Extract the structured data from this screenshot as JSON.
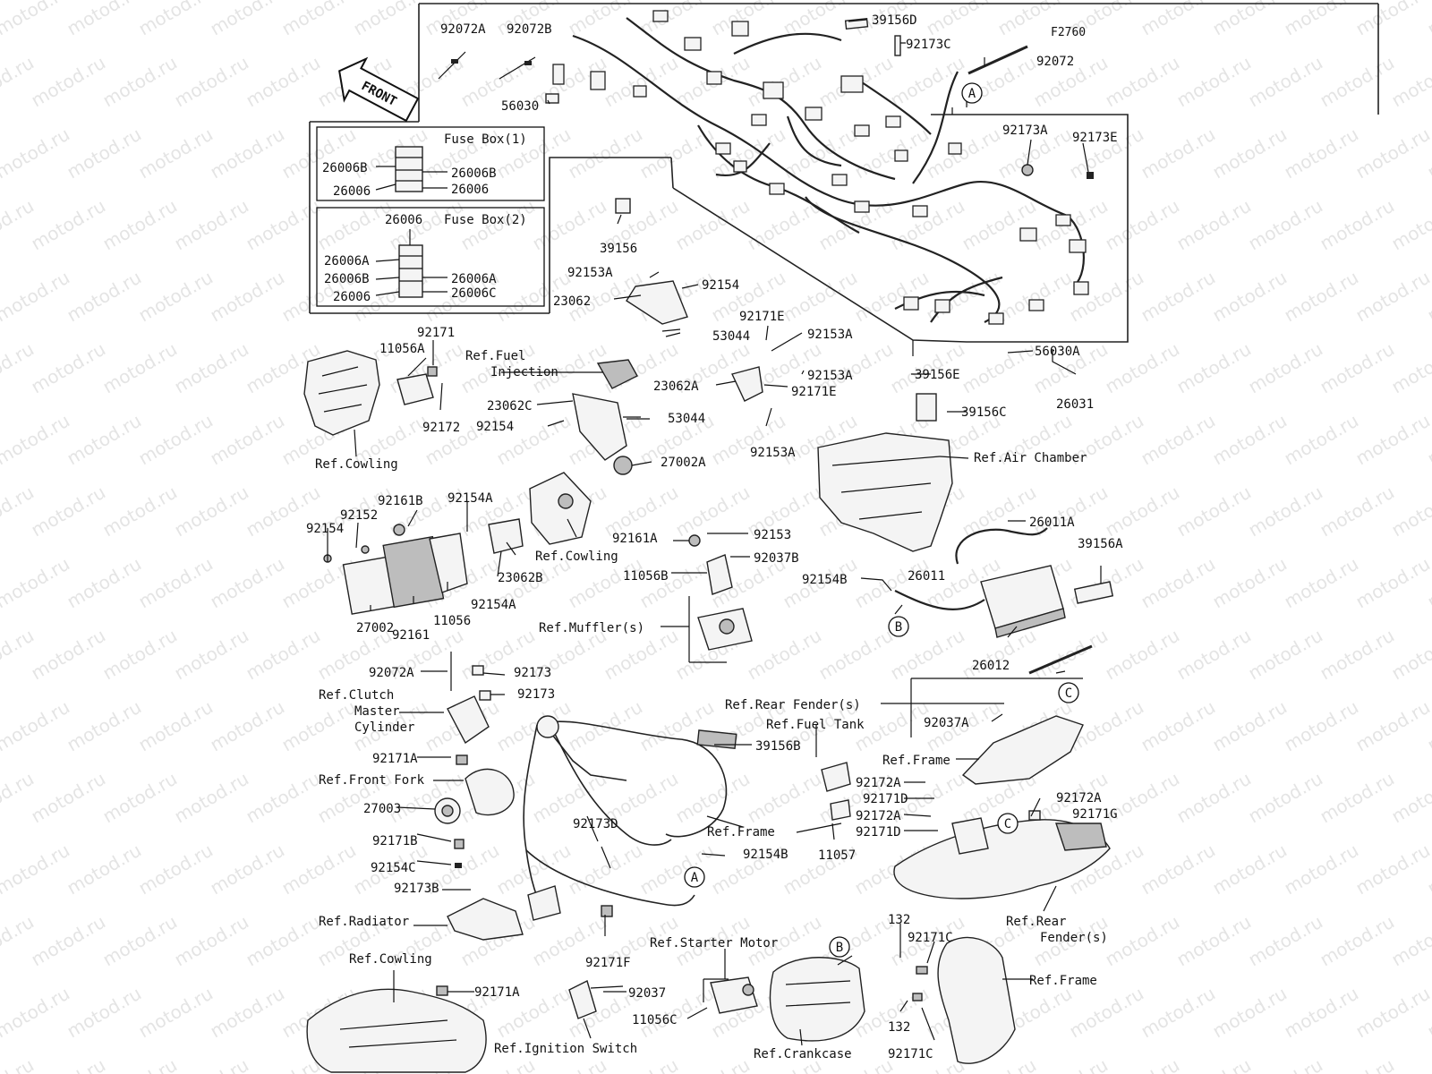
{
  "figure_code": "F2760",
  "front_label": "FRONT",
  "watermark": "motod.ru",
  "fuse_box_1": {
    "title": "Fuse Box(1)",
    "labels": [
      "26006B",
      "26006B",
      "26006",
      "26006"
    ]
  },
  "fuse_box_2": {
    "title": "Fuse Box(2)",
    "top": "26006",
    "labels": [
      "26006A",
      "26006B",
      "26006A",
      "26006",
      "26006C"
    ]
  },
  "callouts": [
    "A",
    "B",
    "C"
  ],
  "labels": {
    "l_92072A": "92072A",
    "l_92072B": "92072B",
    "l_56030": "56030",
    "l_39156D": "39156D",
    "l_92173C": "92173C",
    "l_92072": "92072",
    "l_92173A": "92173A",
    "l_92173E": "92173E",
    "l_39156": "39156",
    "l_92153A_1": "92153A",
    "l_92154_1": "92154",
    "l_23062": "23062",
    "l_53044_1": "53044",
    "l_92171E_1": "92171E",
    "l_92153A_2": "92153A",
    "l_92153A_3": "92153A",
    "l_92171E_2": "92171E",
    "l_23062A": "23062A",
    "l_92153A_4": "92153A",
    "l_56030A": "56030A",
    "l_39156E": "39156E",
    "l_26031": "26031",
    "l_39156C": "39156C",
    "l_ref_air_chamber": "Ref.Air Chamber",
    "l_92171": "92171",
    "l_11056A": "11056A",
    "l_ref_fuel_injection_1": "Ref.Fuel",
    "l_ref_fuel_injection_2": "Injection",
    "l_92172": "92172",
    "l_ref_cowling_1": "Ref.Cowling",
    "l_23062C": "23062C",
    "l_92154_2": "92154",
    "l_53044_2": "53044",
    "l_27002A": "27002A",
    "l_92161B": "92161B",
    "l_92154A_1": "92154A",
    "l_92152": "92152",
    "l_92154_3": "92154",
    "l_ref_cowling_2": "Ref.Cowling",
    "l_23062B": "23062B",
    "l_92154A_2": "92154A",
    "l_11056": "11056",
    "l_92161": "92161",
    "l_27002": "27002",
    "l_92161A": "92161A",
    "l_92153": "92153",
    "l_92037B": "92037B",
    "l_11056B": "11056B",
    "l_ref_mufflers": "Ref.Muffler(s)",
    "l_92154B_1": "92154B",
    "l_26011": "26011",
    "l_26011A": "26011A",
    "l_39156A": "39156A",
    "l_26012": "26012",
    "l_92072A_2": "92072A",
    "l_92173_1": "92173",
    "l_92173_2": "92173",
    "l_ref_clutch_1": "Ref.Clutch",
    "l_ref_clutch_2": "Master",
    "l_ref_clutch_3": "Cylinder",
    "l_92171A_1": "92171A",
    "l_ref_front_fork": "Ref.Front Fork",
    "l_27003": "27003",
    "l_92171B": "92171B",
    "l_92154C": "92154C",
    "l_92173B": "92173B",
    "l_ref_radiator": "Ref.Radiator",
    "l_ref_cowling_3": "Ref.Cowling",
    "l_92171A_2": "92171A",
    "l_39156B": "39156B",
    "l_92173D": "92173D",
    "l_ref_frame_1": "Ref.Frame",
    "l_92154B_2": "92154B",
    "l_92171F": "92171F",
    "l_ref_rear_fender_1": "Ref.Rear Fender(s)",
    "l_ref_fuel_tank": "Ref.Fuel Tank",
    "l_92037A": "92037A",
    "l_ref_frame_2": "Ref.Frame",
    "l_92172A_1": "92172A",
    "l_92171D_1": "92171D",
    "l_92172A_2": "92172A",
    "l_92171G": "92171G",
    "l_92172A_3": "92172A",
    "l_92171D_2": "92171D",
    "l_11057": "11057",
    "l_ref_rear_fender_2a": "Ref.Rear",
    "l_ref_rear_fender_2b": "Fender(s)",
    "l_132_1": "132",
    "l_92171C_1": "92171C",
    "l_ref_frame_3": "Ref.Frame",
    "l_132_2": "132",
    "l_92171C_2": "92171C",
    "l_ref_starter_motor": "Ref.Starter Motor",
    "l_92037": "92037",
    "l_11056C": "11056C",
    "l_ref_ignition_switch": "Ref.Ignition Switch",
    "l_ref_crankcase": "Ref.Crankcase"
  }
}
